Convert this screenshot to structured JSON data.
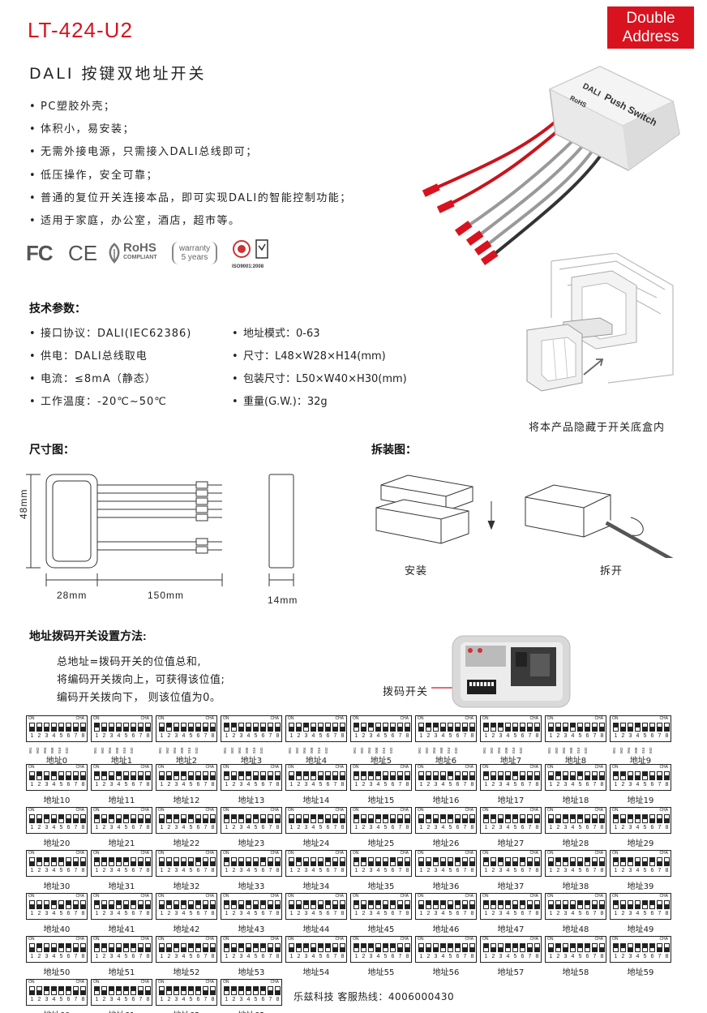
{
  "header": {
    "model": "LT-424-U2",
    "badge_line1": "Double",
    "badge_line2": "Address",
    "subtitle": "DALI 按键双地址开关"
  },
  "features": [
    "PC塑胶外壳；",
    "体积小，易安装；",
    "无需外接电源，只需接入DALI总线即可；",
    "低压操作，安全可靠；",
    "普通的复位开关连接本品，即可实现DALI的智能控制功能；",
    "适用于家庭，办公室，酒店，超市等。"
  ],
  "certifications": {
    "fc": "FC",
    "ce": "CE",
    "rohs": "RoHS",
    "rohs_sub": "COMPLIANT",
    "warranty_top": "warranty",
    "warranty_bottom": "5 years",
    "iso": "ISO9001:2008"
  },
  "product_label": {
    "brand": "DALI",
    "name": "Push Switch",
    "rohs": "RoHS"
  },
  "specs": {
    "title": "技术参数：",
    "left": [
      "接口协议：DALI(IEC62386)",
      "供电：DALI总线取电",
      "电流：≤8mA（静态）",
      "工作温度：-20℃~50℃"
    ],
    "right": [
      "地址模式：0-63",
      "尺寸：L48×W28×H14(mm)",
      "包装尺寸：L50×W40×H30(mm)",
      "重量(G.W.)：32g"
    ]
  },
  "install_caption": "将本产品隐藏于开关底盒内",
  "dimensions": {
    "title": "尺寸图：",
    "height": "48mm",
    "width": "28mm",
    "wire": "150mm",
    "depth": "14mm"
  },
  "assembly": {
    "title": "拆装图：",
    "install": "安装",
    "remove": "拆开"
  },
  "address": {
    "title": "地址拨码开关设置方法:",
    "lines": [
      "总地址=拨码开关的位值总和,",
      "将编码开关拨向上，可获得该位值;",
      "编码开关拨向下， 则该位值为0。"
    ],
    "callout": "拨码开关",
    "on_label": "ON",
    "cha_label": "CHA",
    "label_prefix": "地址",
    "weights": [
      "001",
      "002",
      "004",
      "008",
      "016",
      "032"
    ],
    "switch_numbers": [
      "1",
      "2",
      "3",
      "4",
      "5",
      "6",
      "7",
      "8"
    ],
    "count": 64
  },
  "hotline": "乐兹科技 客服热线：4006000430"
}
